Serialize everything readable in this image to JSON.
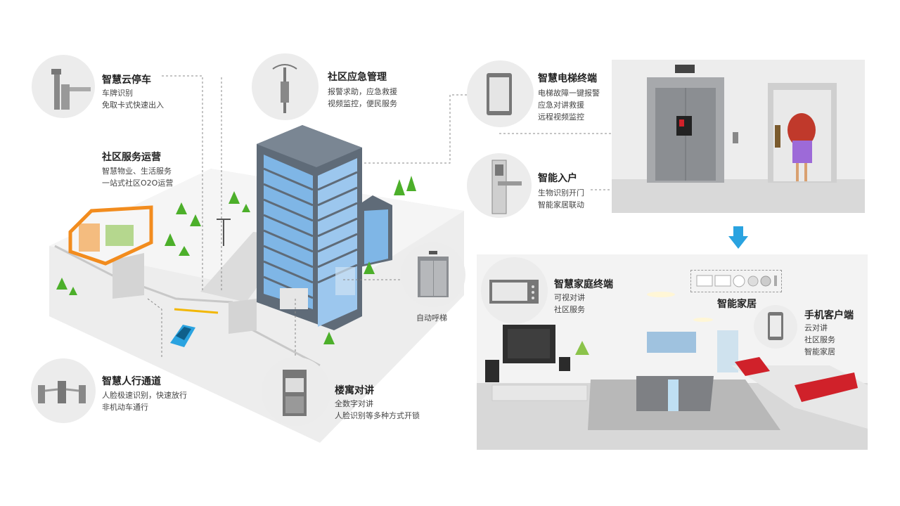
{
  "features": {
    "parking": {
      "title": "智慧云停车",
      "lines": [
        "车牌识别",
        "免取卡式快速出入"
      ]
    },
    "emergency": {
      "title": "社区应急管理",
      "lines": [
        "报警求助，应急救援",
        "视频监控，便民服务"
      ]
    },
    "elevator": {
      "title": "智慧电梯终端",
      "lines": [
        "电梯故障一键报警",
        "应急对讲救援",
        "远程视频监控"
      ]
    },
    "community": {
      "title": "社区服务运营",
      "lines": [
        "智慧物业、生活服务",
        "一站式社区O2O运营"
      ]
    },
    "entry": {
      "title": "智能入户",
      "lines": [
        "生物识别开门",
        "智能家居联动"
      ]
    },
    "auto_call": {
      "title": "自动呼梯"
    },
    "home_terminal": {
      "title": "智慧家庭终端",
      "lines": [
        "可视对讲",
        "社区服务"
      ]
    },
    "smart_home": {
      "title": "智能家居"
    },
    "mobile": {
      "title": "手机客户端",
      "lines": [
        "云对讲",
        "社区服务",
        "智能家居"
      ]
    },
    "pedestrian": {
      "title": "智慧人行通道",
      "lines": [
        "人脸极速识别，快速放行",
        "非机动车通行"
      ]
    },
    "intercom": {
      "title": "楼寓对讲",
      "lines": [
        "全数字对讲",
        "人脸识别等多种方式开锁"
      ]
    }
  },
  "colors": {
    "accent_blue": "#2aa3e0",
    "building_glass": "#7fb6e6",
    "building_frame": "#5f6b78",
    "sofa_red": "#d0212a",
    "shop_orange": "#f28c1e",
    "tree_green": "#4caf2a"
  },
  "icons": [
    "barrier-gate-icon",
    "street-lamp-icon",
    "tablet-icon",
    "door-lock-icon",
    "elevator-icon",
    "video-phone-icon",
    "smartphone-icon",
    "turnstile-icon",
    "intercom-panel-icon",
    "arrow-down-icon"
  ]
}
